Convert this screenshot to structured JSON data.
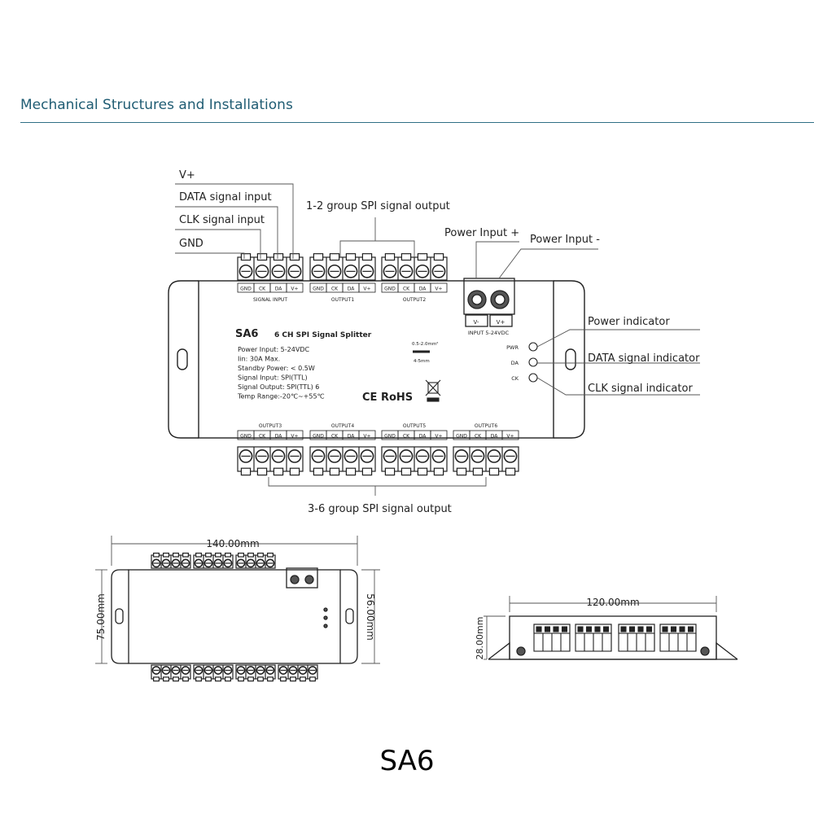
{
  "header": {
    "title": "Mechanical Structures and Installations"
  },
  "callouts": {
    "v_plus": "V+",
    "data_in": "DATA signal input",
    "clk_in": "CLK signal input",
    "gnd": "GND",
    "out12": "1-2 group SPI signal output",
    "pwr_plus": "Power Input +",
    "pwr_minus": "Power Input -",
    "pwr_ind": "Power indicator",
    "data_ind": "DATA signal indicator",
    "clk_ind": "CLK signal indicator",
    "out36": "3-6 group SPI signal output"
  },
  "device": {
    "model": "SA6",
    "name": "6 CH SPI Signal Splitter",
    "specs": [
      "Power Input: 5-24VDC",
      "Iin: 30A Max.",
      "Standby Power: < 0.5W",
      "Signal Input: SPI(TTL)",
      "Signal Output: SPI(TTL) 6",
      "Temp Range:-20℃~+55℃"
    ],
    "wire": {
      "area": "0.5-2.0mm²",
      "strip": "4-5mm"
    },
    "cert": "CE RoHS",
    "pin_labels": [
      "GND",
      "CK",
      "DA",
      "V+"
    ],
    "top_blocks": [
      "SIGNAL INPUT",
      "OUTPUT1",
      "OUTPUT2"
    ],
    "bottom_blocks": [
      "OUTPUT3",
      "OUTPUT4",
      "OUTPUT5",
      "OUTPUT6"
    ],
    "power_pins": [
      "V-",
      "V+"
    ],
    "power_label": "INPUT 5-24VDC",
    "leds": [
      "PWR",
      "DA",
      "CK"
    ]
  },
  "dimensions": {
    "length": "140.00mm",
    "width": "75.00mm",
    "inner_width": "56.00mm",
    "side_length": "120.00mm",
    "height": "28.00mm"
  },
  "caption": "SA6"
}
